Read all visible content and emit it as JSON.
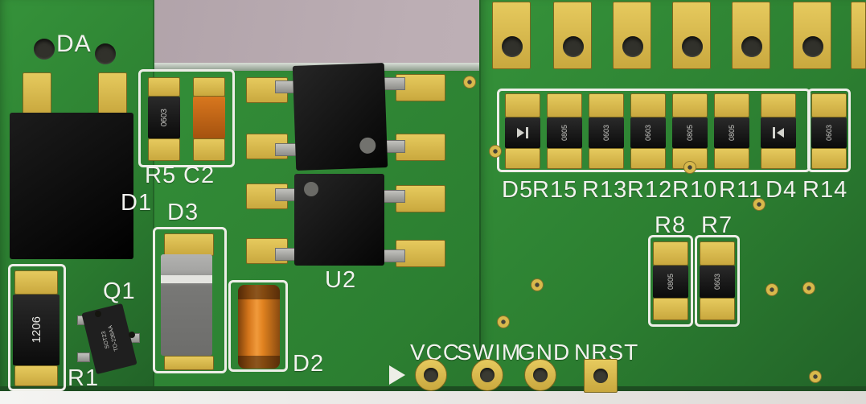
{
  "colors": {
    "backdrop": "#b7a9b0",
    "board_green": "#2e8133",
    "pad_gold": "#d8b94b",
    "silkscreen_white": "#f2f2ee",
    "component_black": "#141414",
    "capacitor_orange": "#d8771e"
  },
  "silkscreen": {
    "board_id": "DA",
    "d1": "D1",
    "r5": "R5",
    "c2": "C2",
    "d3": "D3",
    "q1": "Q1",
    "r1": "R1",
    "d2": "D2",
    "u2": "U2",
    "r8": "R8",
    "r7": "R7",
    "row": [
      "D5",
      "R15",
      "R13",
      "R12",
      "R10",
      "R11",
      "D4",
      "R14"
    ],
    "header": [
      "VCC",
      "SWIM",
      "GND",
      "NRST"
    ]
  },
  "markings": {
    "r5": "0603",
    "r1": "1206",
    "q1": [
      "SOT23",
      "TO-236AA"
    ],
    "row_resistors": [
      "0805",
      "0603",
      "0603",
      "0805",
      "0805",
      "0603"
    ],
    "r8": "0805",
    "r7": "0603"
  }
}
